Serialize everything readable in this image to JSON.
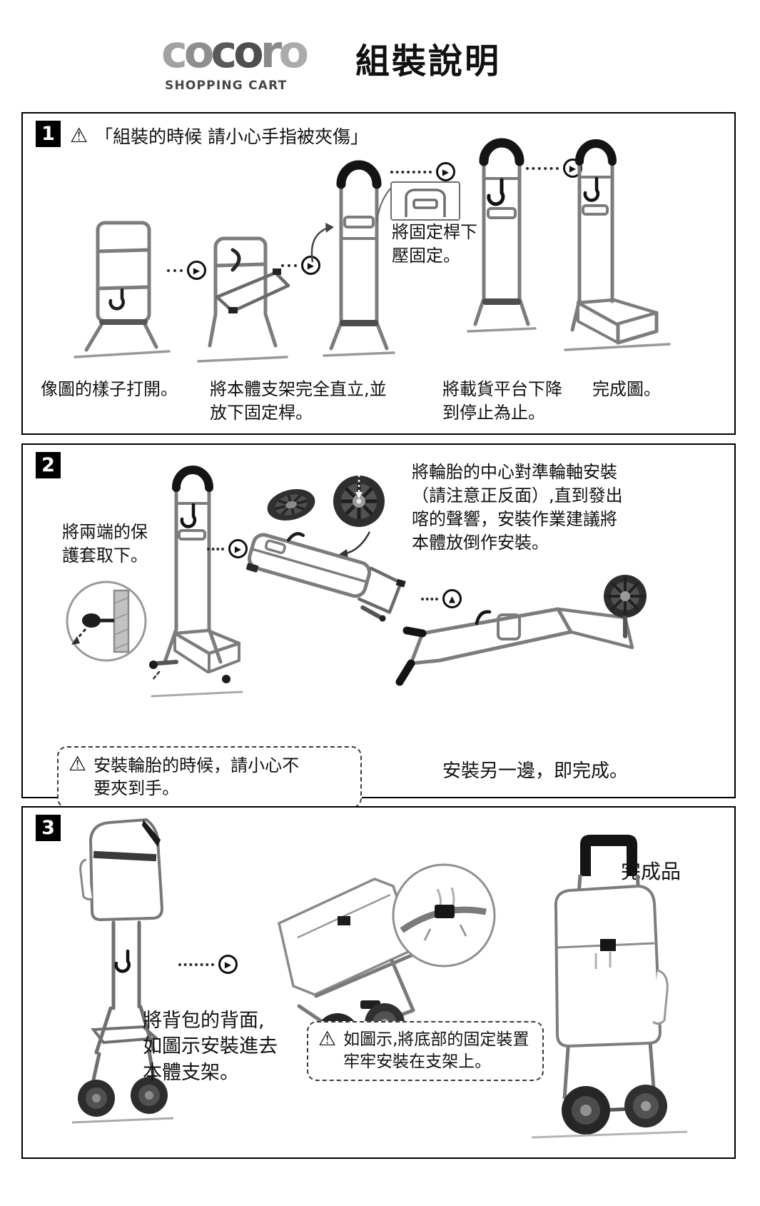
{
  "header": {
    "logo_letters": [
      "c",
      "o",
      "c",
      "o",
      "r",
      "o"
    ],
    "logo_subtitle": "SHOPPING CART",
    "title": "組裝說明"
  },
  "icons": {
    "warning": "⚠",
    "play": "▶",
    "up": "▲"
  },
  "section1": {
    "number": "1",
    "warning_text": "「組裝的時候 請小心手指被夾傷」",
    "callout_lines": [
      "將固定桿下",
      "壓固定。"
    ],
    "caption1": "像圖的樣子打開。",
    "caption2_lines": [
      "將本體支架完全直立,並",
      "放下固定桿。"
    ],
    "caption3_lines": [
      "將載貨平台下降",
      "到停止為止。"
    ],
    "caption4": "完成圖。"
  },
  "section2": {
    "number": "2",
    "left_note_lines": [
      "將兩端的保",
      "護套取下。"
    ],
    "main_note_lines": [
      "將輪胎的中心對準輪軸安裝",
      "（請注意正反面）,直到發出",
      "喀的聲響，安裝作業建議將",
      "本體放倒作安裝。"
    ],
    "warning_lines": [
      "安裝輪胎的時候，請小心不",
      "要夾到手。"
    ],
    "finish_note": "安裝另一邊，即完成。"
  },
  "section3": {
    "number": "3",
    "finished_label": "完成品",
    "note_lines": [
      "將背包的背面,",
      "如圖示安裝進去",
      "本體支架。"
    ],
    "warning_lines": [
      "如圖示,將底部的固定裝置",
      "牢牢安裝在支架上。"
    ]
  }
}
